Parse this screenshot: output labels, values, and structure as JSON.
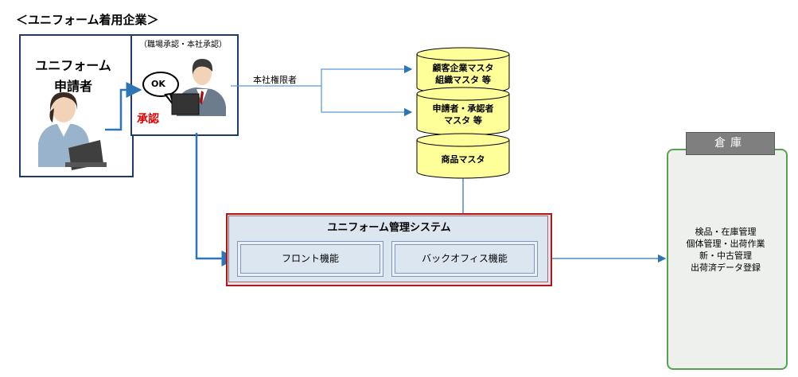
{
  "company_title": "＜ユニフォーム着用企業＞",
  "applicant": {
    "label_line1": "ユニフォーム",
    "label_line2": "申請者"
  },
  "approver": {
    "note": "（職場承認・本社承認）",
    "ok_bubble": "OK",
    "approve_label": "承認"
  },
  "head_office_auth_label": "本社権限者",
  "masters": [
    {
      "line1": "顧客企業マスタ",
      "line2": "組織マスタ 等"
    },
    {
      "line1": "申請者・承認者",
      "line2": "マスタ 等"
    },
    {
      "line1": "商品マスタ",
      "line2": ""
    }
  ],
  "system": {
    "title": "ユニフォーム管理システム",
    "front_label": "フロント機能",
    "back_label": "バックオフィス機能"
  },
  "warehouse": {
    "header": "倉庫",
    "tasks": [
      "検品・在庫管理",
      "個体管理・出荷作業",
      "新・中古管理",
      "出荷済データ登録"
    ]
  },
  "colors": {
    "box_border": "#1f3a6b",
    "arrow_blue": "#2e75b6",
    "cylinder_fill": "#ffff99",
    "system_border": "#b01818",
    "system_fill": "#dbe6f1",
    "warehouse_border": "#55a14f",
    "approve_red": "#e00000"
  }
}
